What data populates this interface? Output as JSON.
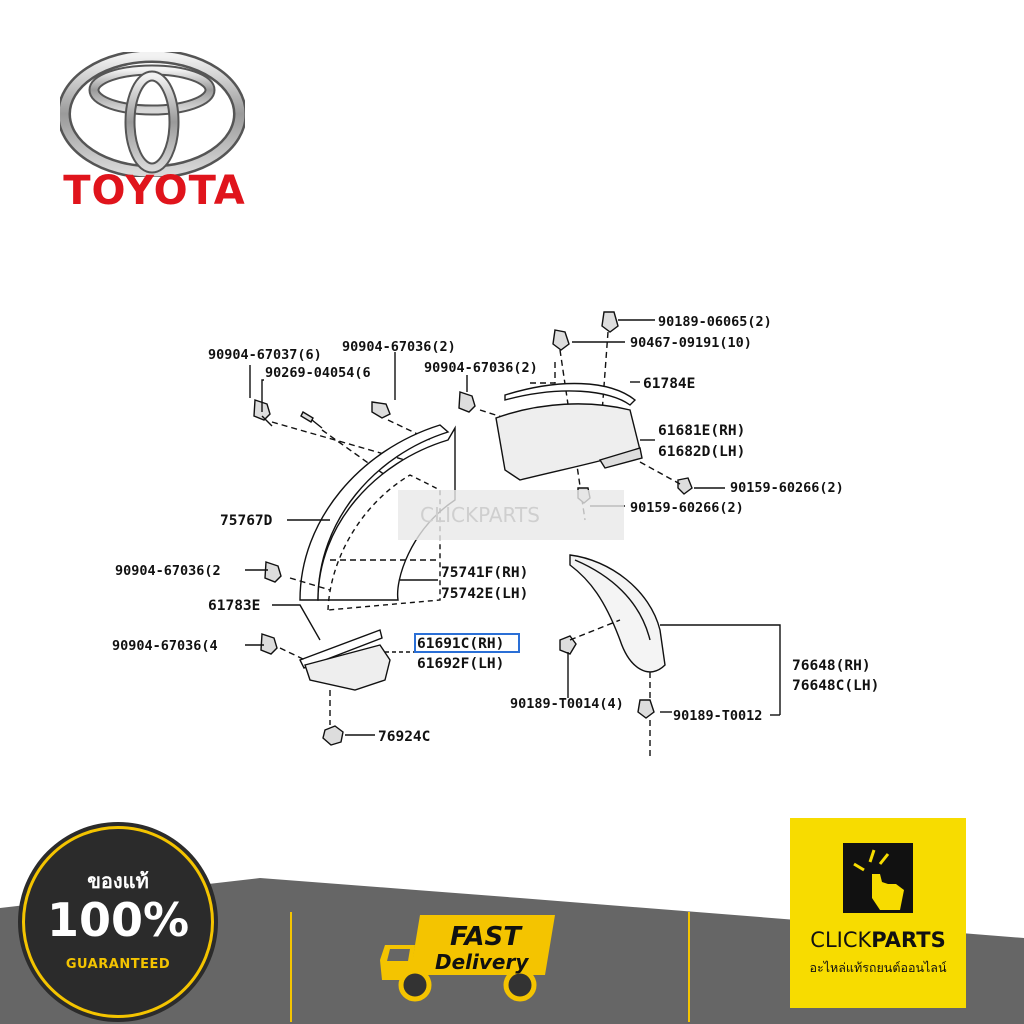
{
  "brand": {
    "name": "TOYOTA",
    "logo_icon": "toyota-emblem-icon",
    "color": "#e0141c"
  },
  "diagram": {
    "watermark": "CLICKPARTS",
    "labels": {
      "p90904_67037_6": "90904-67037(6)",
      "p90904_67036_2a": "90904-67036(2)",
      "p90269_04054_6": "90269-04054(6",
      "p90904_67036_2b": "90904-67036(2)",
      "p90189_06065_2": "90189-06065(2)",
      "p90467_09191_10": "90467-09191(10)",
      "p61784e": "61784E",
      "p61681e_rh": "61681E(RH)",
      "p61682d_lh": "61682D(LH)",
      "p90159_60266_2a": "90159-60266(2)",
      "p90159_60266_2b": "90159-60266(2)",
      "p75767d": "75767D",
      "p90904_67036_2c": "90904-67036(2",
      "p75741f_rh": "75741F(RH)",
      "p75742e_lh": "75742E(LH)",
      "p61783e": "61783E",
      "p90904_67036_4": "90904-67036(4",
      "p61691c_rh": "61691C(RH)",
      "p61692f_lh": "61692F(LH)",
      "p76648_rh": "76648(RH)",
      "p76648c_lh": "76648C(LH)",
      "p90189_t0014_4": "90189-T0014(4)",
      "p90189_t0012": "90189-T0012",
      "p76924c": "76924C"
    }
  },
  "footer": {
    "badge": {
      "thai": "ของแท้",
      "percent": "100%",
      "guaranteed": "GUARANTEED"
    },
    "delivery": {
      "line1": "FAST",
      "line2": "Delivery"
    },
    "clickparts": {
      "name_a": "CLICK",
      "name_b": "PARTS",
      "tagline": "อะไหล่แท้รถยนต์ออนไลน์",
      "icon": "tap-screen-icon"
    },
    "colors": {
      "band": "#666666",
      "accent": "#f4c400",
      "badge": "#2b2b2b"
    }
  }
}
